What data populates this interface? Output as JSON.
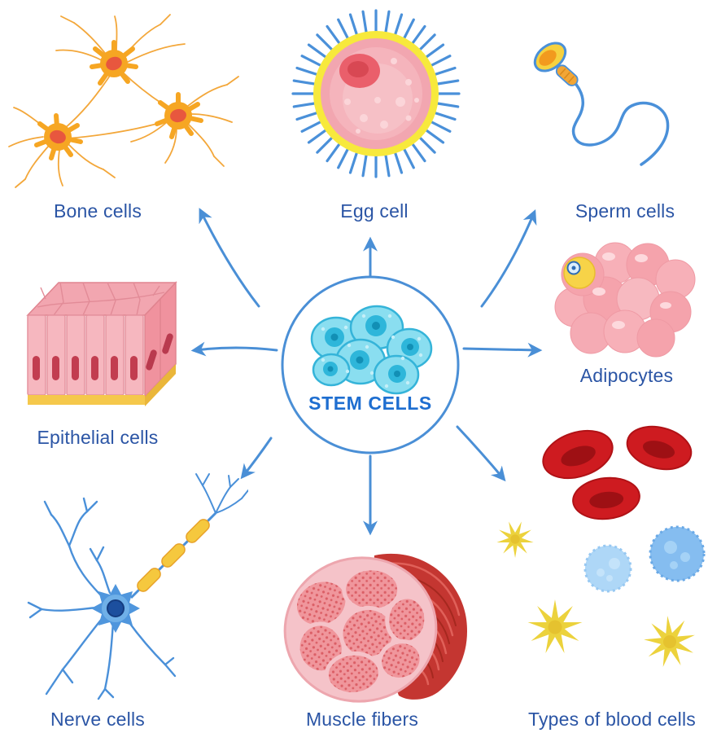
{
  "diagram": {
    "type": "radial-differentiation",
    "center": {
      "label": "STEM CELLS"
    },
    "nodes": [
      {
        "id": "bone-cells",
        "label": "Bone cells",
        "position": "top-left"
      },
      {
        "id": "egg-cell",
        "label": "Egg cell",
        "position": "top-center"
      },
      {
        "id": "sperm-cells",
        "label": "Sperm cells",
        "position": "top-right"
      },
      {
        "id": "epithelial-cells",
        "label": "Epithelial cells",
        "position": "middle-left"
      },
      {
        "id": "adipocytes",
        "label": "Adipocytes",
        "position": "middle-right"
      },
      {
        "id": "nerve-cells",
        "label": "Nerve cells",
        "position": "bottom-left"
      },
      {
        "id": "muscle-fibers",
        "label": "Muscle fibers",
        "position": "bottom-center"
      },
      {
        "id": "blood-cells",
        "label": "Types of blood cells",
        "position": "bottom-right"
      }
    ],
    "connections": [
      {
        "from": "stem-cells",
        "to": "bone-cells"
      },
      {
        "from": "stem-cells",
        "to": "egg-cell"
      },
      {
        "from": "stem-cells",
        "to": "sperm-cells"
      },
      {
        "from": "stem-cells",
        "to": "epithelial-cells"
      },
      {
        "from": "stem-cells",
        "to": "adipocytes"
      },
      {
        "from": "stem-cells",
        "to": "nerve-cells"
      },
      {
        "from": "stem-cells",
        "to": "muscle-fibers"
      },
      {
        "from": "stem-cells",
        "to": "blood-cells"
      }
    ]
  },
  "colors": {
    "label-text": "#2b55a5",
    "center-text": "#1e6ed0",
    "arrow": "#4a8fd6",
    "stem-cell-fill": "#8adef0",
    "stem-cell-stroke": "#35b4d9",
    "bone-orange": "#f6a623",
    "nucleus-red": "#e8573e",
    "pink": "#f2a6b0",
    "yellow": "#f5c84b",
    "red-blood": "#ce1b20",
    "neuron-blue": "#4a90d9",
    "platelet-yellow": "#ecd23c",
    "wbc-blue": "#85bdf0"
  }
}
